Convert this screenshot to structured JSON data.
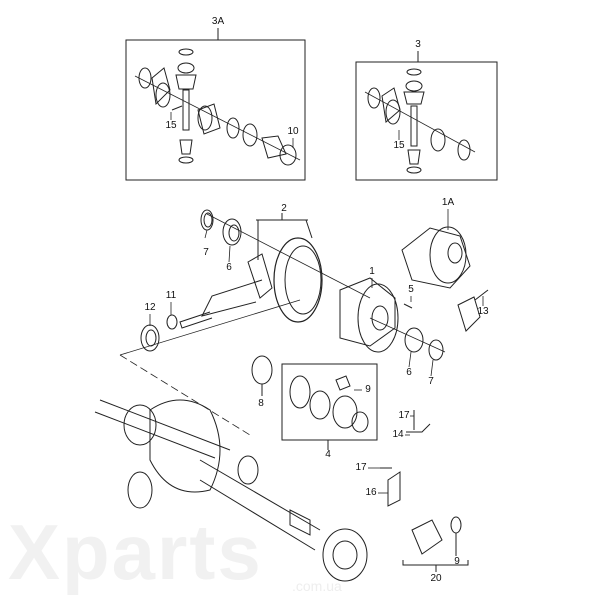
{
  "watermark": {
    "brand": "Xparts",
    "domain": ".com.ua"
  },
  "callouts": {
    "c3A": "3A",
    "c15a": "15",
    "c10": "10",
    "c3": "3",
    "c15b": "15",
    "c2": "2",
    "c1A": "1A",
    "c7a": "7",
    "c6a": "6",
    "c1": "1",
    "c5": "5",
    "c13": "13",
    "c12": "12",
    "c11": "11",
    "c6b": "6",
    "c7b": "7",
    "c8": "8",
    "c9a": "9",
    "c4": "4",
    "c17a": "17",
    "c14": "14",
    "c17b": "17",
    "c16": "16",
    "c20": "20",
    "c9b": "9"
  }
}
